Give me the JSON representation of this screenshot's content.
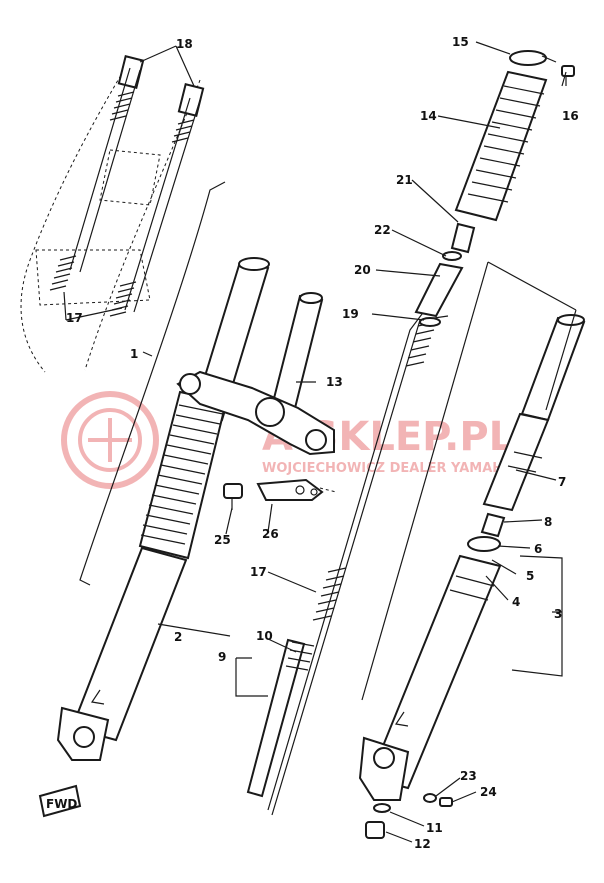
{
  "diagram": {
    "watermark_main": "A-SKLEP.PL",
    "watermark_sub": "WOJCIECHOWICZ DEALER YAMAHA",
    "watermark_color": "#e8787a",
    "fwd_label": "FWD",
    "callouts": {
      "c1": "1",
      "c2": "2",
      "c3": "3",
      "c4": "4",
      "c5": "5",
      "c6": "6",
      "c7": "7",
      "c8": "8",
      "c9": "9",
      "c10": "10",
      "c11": "11",
      "c12": "12",
      "c13": "13",
      "c14": "14",
      "c15": "15",
      "c16": "16",
      "c17a": "17",
      "c17b": "17",
      "c18": "18",
      "c19": "19",
      "c20": "20",
      "c21": "21",
      "c22": "22",
      "c23": "23",
      "c24": "24",
      "c25": "25",
      "c26": "26"
    }
  }
}
